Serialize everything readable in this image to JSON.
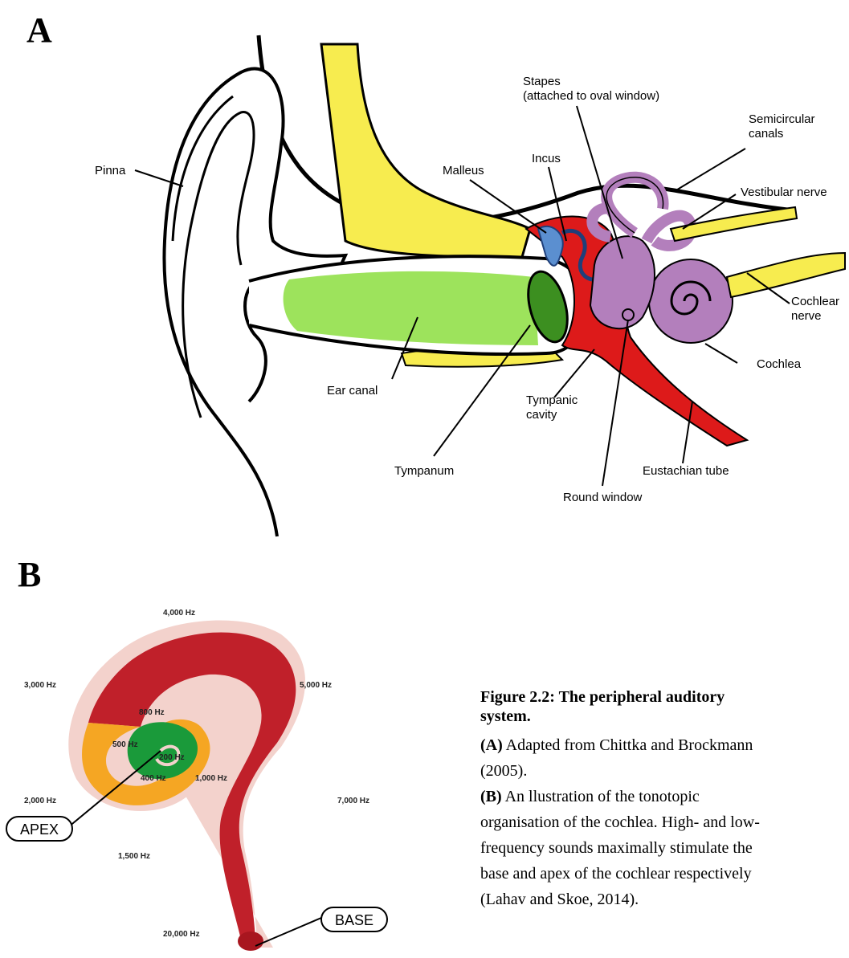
{
  "panels": {
    "a": "A",
    "b": "B"
  },
  "ear_labels": {
    "pinna": "Pinna",
    "malleus": "Malleus",
    "incus": "Incus",
    "stapes_1": "Stapes",
    "stapes_2": "(attached to oval window)",
    "semicircular_1": "Semicircular",
    "semicircular_2": "canals",
    "vestibular": "Vestibular nerve",
    "cochlear_nerve_1": "Cochlear",
    "cochlear_nerve_2": "nerve",
    "cochlea": "Cochlea",
    "ear_canal": "Ear canal",
    "tympanic_1": "Tympanic",
    "tympanic_2": "cavity",
    "tympanum": "Tympanum",
    "eustachian": "Eustachian tube",
    "round_window": "Round window"
  },
  "frequencies": {
    "f4000": "4,000 Hz",
    "f3000": "3,000 Hz",
    "f5000": "5,000 Hz",
    "f800": "800 Hz",
    "f500": "500 Hz",
    "f200": "200 Hz",
    "f400": "400 Hz",
    "f1000": "1,000 Hz",
    "f2000": "2,000 Hz",
    "f7000": "7,000 Hz",
    "f1500": "1,500 Hz",
    "f20000": "20,000 Hz"
  },
  "callouts": {
    "apex": "APEX",
    "base": "BASE"
  },
  "caption": {
    "title_1": "Figure 2.2: The peripheral auditory",
    "title_2": "system.",
    "a_tag": "(A)",
    "a_text": "Adapted from Chittka and Brockmann",
    "a_year": "(2005).",
    "b_tag": "(B)",
    "b_text_1": "An llustration of the tonotopic",
    "b_text_2": "organisation of the cochlea. High- and low-",
    "b_text_3": "frequency sounds maximally stimulate the",
    "b_text_4": "base and apex of the cochlear respectively",
    "b_text_5": "(Lahav and Skoe, 2014)."
  },
  "colors": {
    "yellow": "#f7ec4f",
    "green_canal": "#9de35c",
    "tympanum_green": "#3c8f20",
    "red": "#dd1a1a",
    "ossicle_blue": "#5b8fd0",
    "inner_ear_purple": "#b37fbc",
    "cochlea_red": "#c0202a",
    "cochlea_orange": "#f5a623",
    "cochlea_green": "#1a9a3a",
    "halo": "#f3d2cc"
  }
}
